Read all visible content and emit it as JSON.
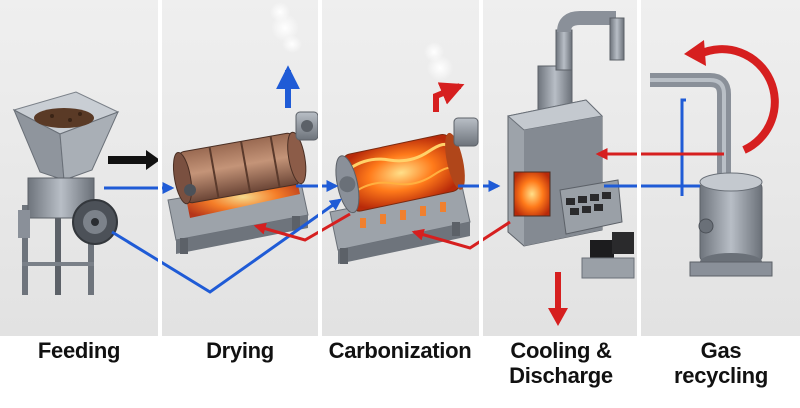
{
  "stages": [
    {
      "id": "feeding",
      "label": "Feeding",
      "icon": "hopper-feeder-icon"
    },
    {
      "id": "drying",
      "label": "Drying",
      "icon": "rotary-dryer-icon"
    },
    {
      "id": "carbonization",
      "label": "Carbonization",
      "icon": "carbonization-furnace-icon"
    },
    {
      "id": "cooling",
      "label": "Cooling & Discharge",
      "icon": "cooling-discharge-chamber-icon"
    },
    {
      "id": "gas",
      "label": "Gas recycling",
      "icon": "gas-recycling-tower-icon"
    }
  ],
  "colors": {
    "flow_blue": "#1f5bd6",
    "heat_red": "#d61f1f",
    "feed_black": "#111111",
    "steel": "#8a9099",
    "panel_bg": "#ececec",
    "panel_divider": "#ffffff",
    "hot_glow": "#ff7a1a"
  }
}
